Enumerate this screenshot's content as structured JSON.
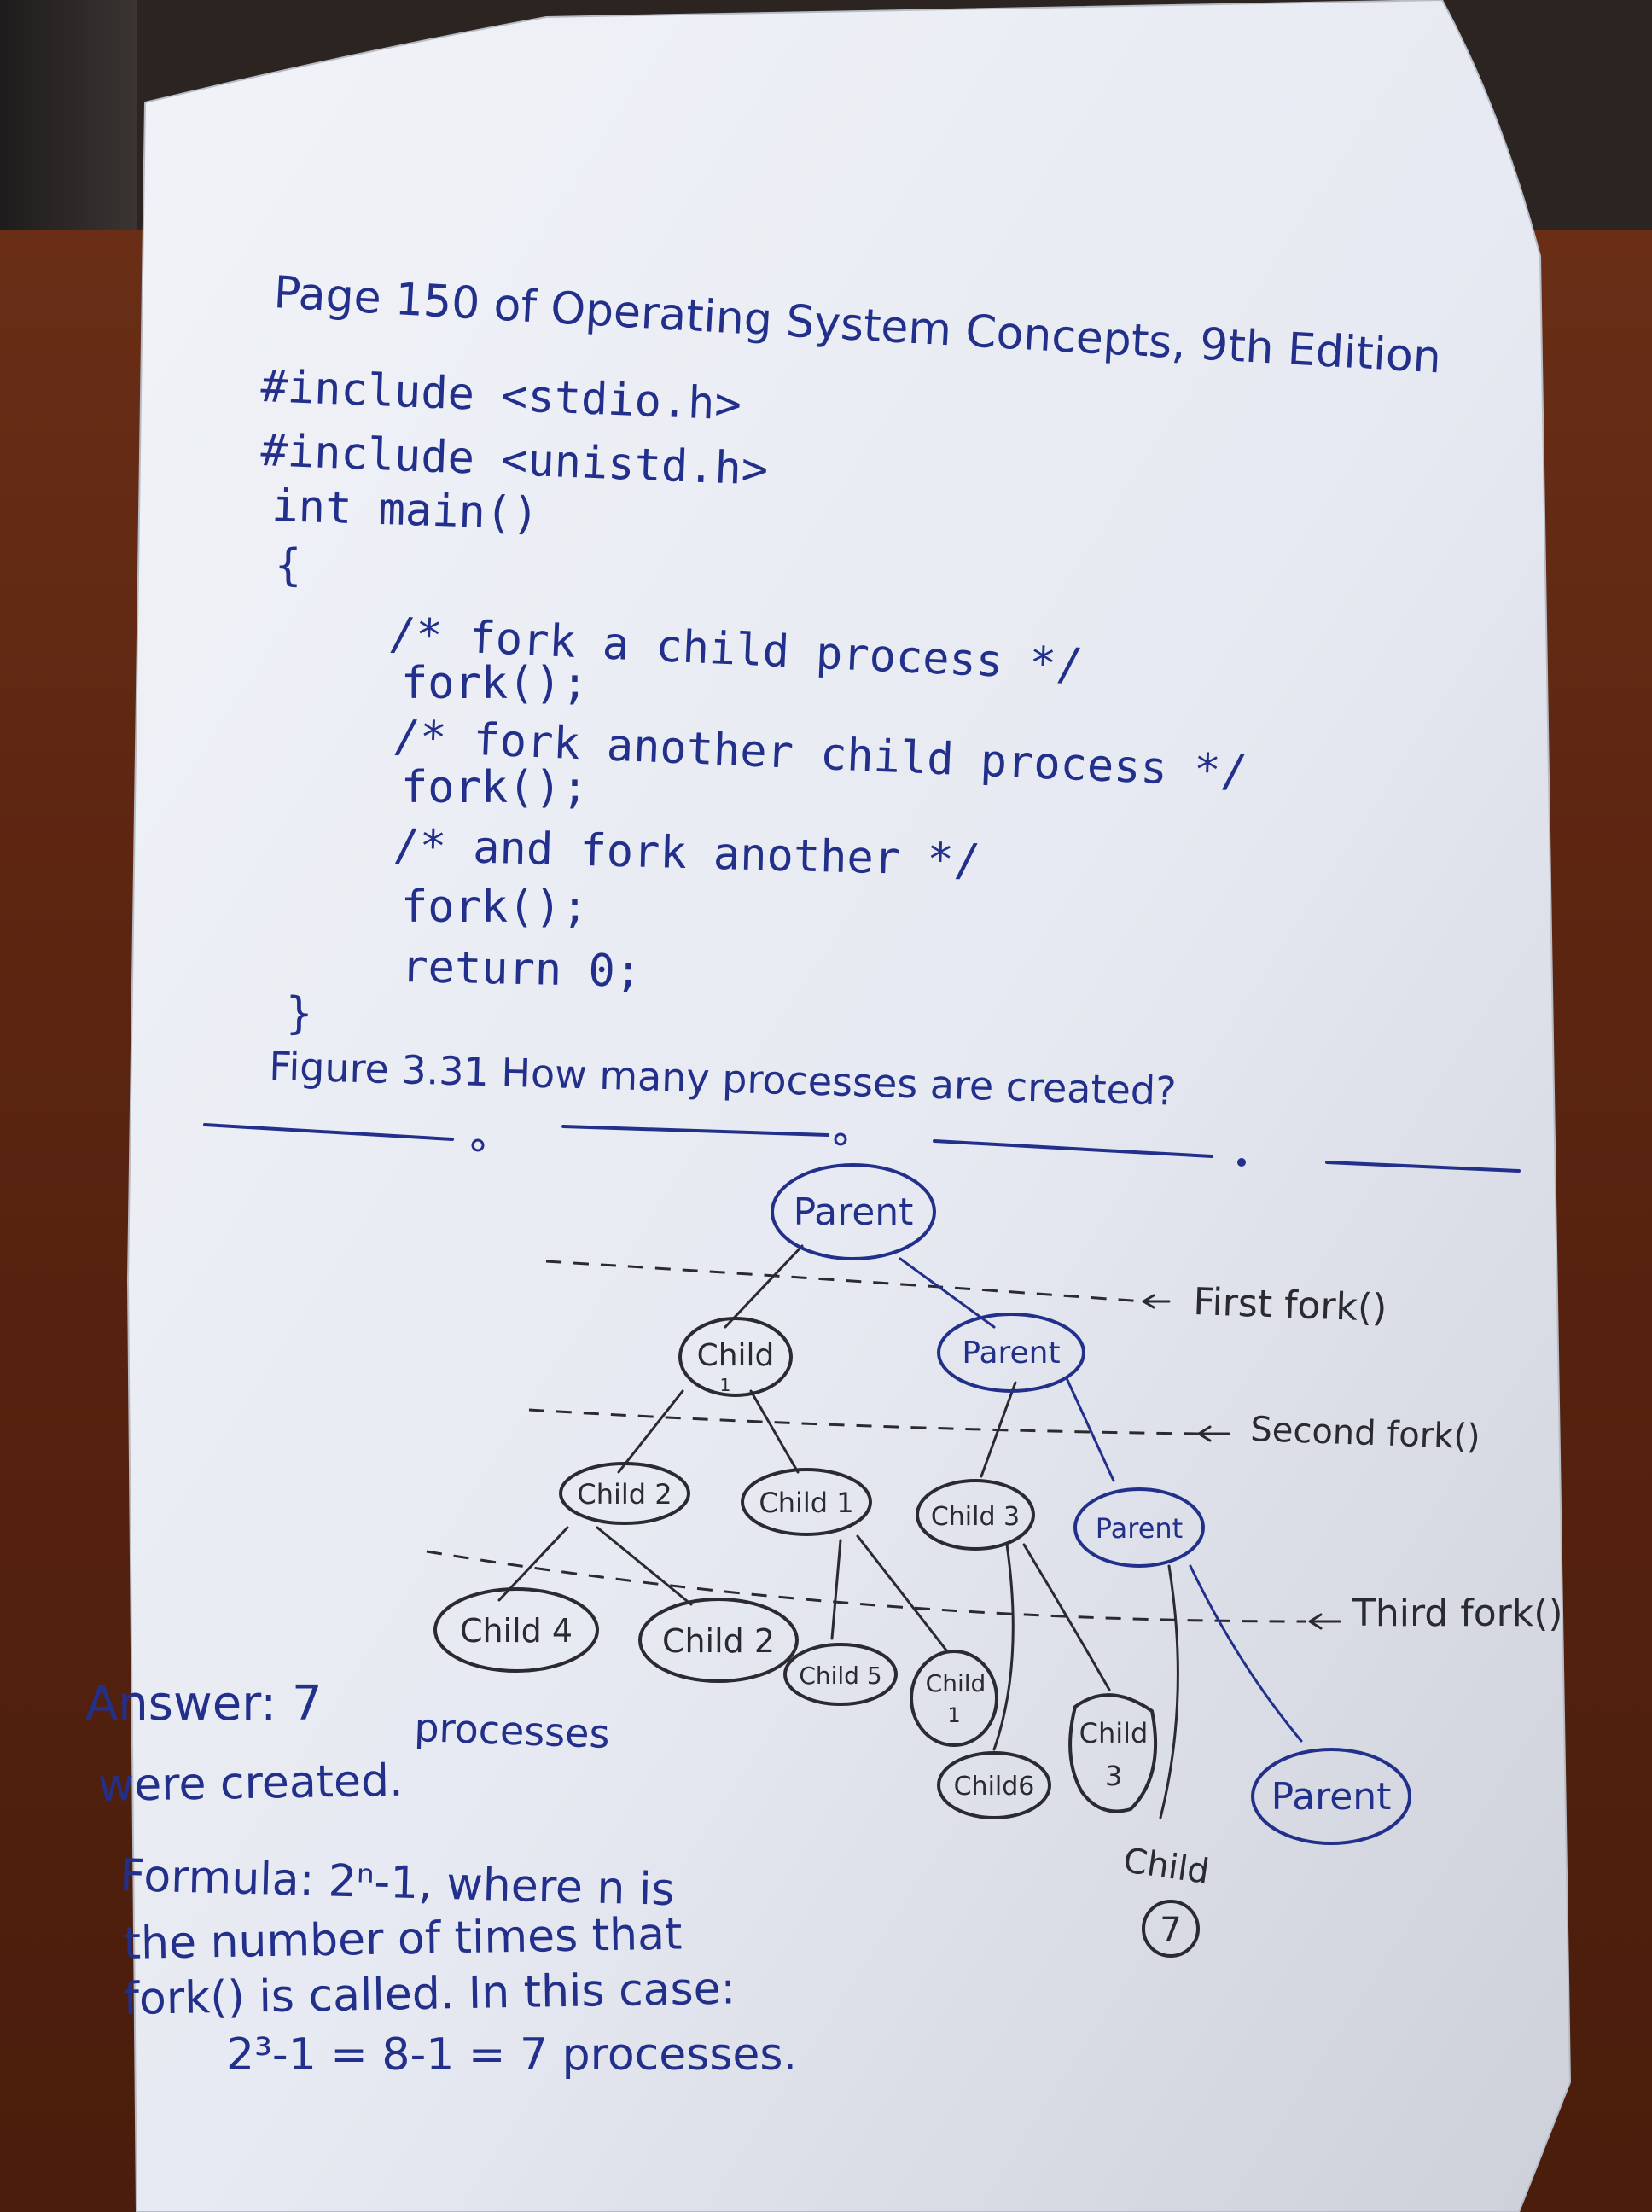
{
  "title": "Page 150 of Operating System Concepts, 9th Edition",
  "code": [
    "#include <stdio.h>",
    "#include <unistd.h>",
    "int main()",
    "{",
    "/* fork a child process */",
    "fork();",
    "/* fork another child process */",
    "fork();",
    "/* and fork another */",
    "fork();",
    "return 0;",
    "}"
  ],
  "figure_caption": "Figure 3.31 How many processes are created?",
  "tree": {
    "nodes": [
      {
        "id": "n0",
        "label": "Parent",
        "ink": "blue"
      },
      {
        "id": "n1",
        "label": "Child",
        "sub": "1",
        "ink": "black"
      },
      {
        "id": "n2",
        "label": "Parent",
        "ink": "blue"
      },
      {
        "id": "n3",
        "label": "Child 2",
        "ink": "black"
      },
      {
        "id": "n4",
        "label": "Child 1",
        "ink": "black"
      },
      {
        "id": "n5",
        "label": "Child 3",
        "ink": "black"
      },
      {
        "id": "n6",
        "label": "Parent",
        "ink": "blue"
      },
      {
        "id": "n7",
        "label": "Child 4",
        "ink": "black"
      },
      {
        "id": "n8",
        "label": "Child 2",
        "ink": "black"
      },
      {
        "id": "n9",
        "label": "Child 5",
        "ink": "black"
      },
      {
        "id": "n10",
        "label": "Child",
        "sub": "1",
        "ink": "black"
      },
      {
        "id": "n11",
        "label": "Child6",
        "ink": "black"
      },
      {
        "id": "n12",
        "label": "Child",
        "sub": "3",
        "ink": "black"
      },
      {
        "id": "n13",
        "label": "Child",
        "sub": "7",
        "ink": "black"
      },
      {
        "id": "n14",
        "label": "Parent",
        "ink": "blue"
      }
    ],
    "fork_labels": [
      "First fork()",
      "Second fork()",
      "Third fork()"
    ]
  },
  "answer": {
    "line1": "Answer: 7",
    "line1b": "processes",
    "line2": "were created."
  },
  "formula": {
    "line1": "Formula: 2ⁿ-1, where n is",
    "line2": "the number of times that",
    "line3": "fork() is called. In this case:",
    "line4": "2³-1 = 8-1 = 7 processes."
  },
  "colors": {
    "paper": "#e9ecf3",
    "blue_ink": "#22308c",
    "black_ink": "#2a2a30",
    "desk": "#5a2410"
  }
}
